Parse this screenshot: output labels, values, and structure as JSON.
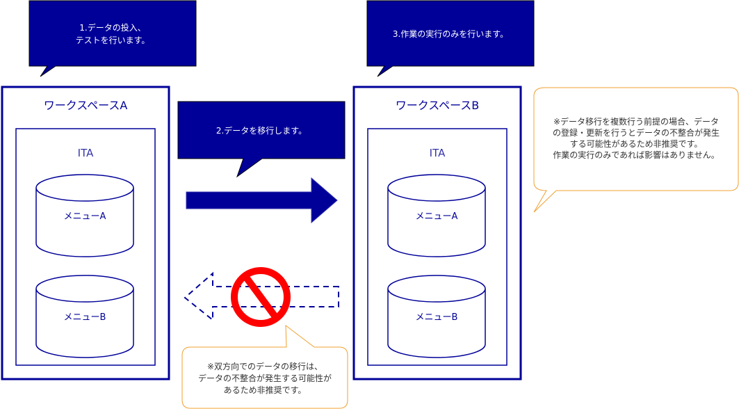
{
  "callouts": {
    "step1": {
      "lines": [
        "1.データの投入、",
        "テストを行います。"
      ]
    },
    "step2": {
      "lines": [
        "2.データを移行します。"
      ]
    },
    "step3": {
      "lines": [
        "3.作業の実行のみを行います。"
      ]
    }
  },
  "workspace_a": {
    "title": "ワークスペースA",
    "app": "ITA",
    "menus": [
      "メニューA",
      "メニューB"
    ]
  },
  "workspace_b": {
    "title": "ワークスペースB",
    "app": "ITA",
    "menus": [
      "メニューA",
      "メニューB"
    ]
  },
  "notes": {
    "right": {
      "lines": [
        "※データ移行を複数行う前提の場合、データ",
        "の登録・更新を行うとデータの不整合が発生",
        "する可能性があるため非推奨です。",
        "作業の実行のみであれば影響はありません。"
      ]
    },
    "bottom": {
      "lines": [
        "※双方向でのデータの移行は、",
        "データの不整合が発生する可能性が",
        "あるため非推奨です。"
      ]
    }
  },
  "colors": {
    "navy": "#000099",
    "note_border": "#f0a030",
    "prohibited": "#ff0000"
  },
  "icons": {
    "forward_arrow": "arrow-right-icon",
    "reverse_arrow": "dashed-arrow-left-icon",
    "prohibited": "prohibited-icon",
    "database": "database-cylinder-icon"
  }
}
